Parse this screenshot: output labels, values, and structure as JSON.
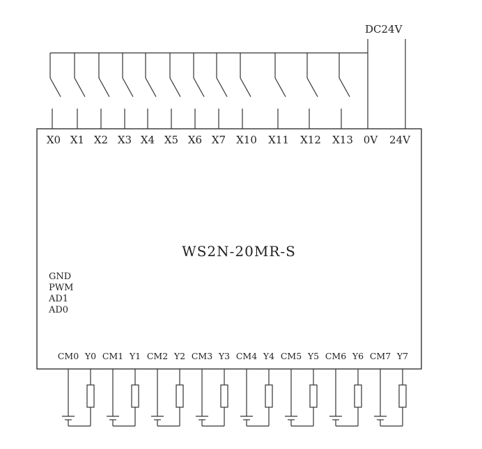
{
  "diagram": {
    "supply_label": "DC24V",
    "device_name": "WS2N-20MR-S",
    "input_labels": [
      "X0",
      "X1",
      "X2",
      "X3",
      "X4",
      "X5",
      "X6",
      "X7",
      "X10",
      "X11",
      "X12",
      "X13",
      "0V",
      "24V"
    ],
    "side_labels": [
      "GND",
      "PWM",
      "AD1",
      "AD0"
    ],
    "output_labels": [
      "CM0",
      "Y0",
      "CM1",
      "Y1",
      "CM2",
      "Y2",
      "CM3",
      "Y3",
      "CM4",
      "Y4",
      "CM5",
      "Y5",
      "CM6",
      "Y6",
      "CM7",
      "Y7"
    ]
  }
}
